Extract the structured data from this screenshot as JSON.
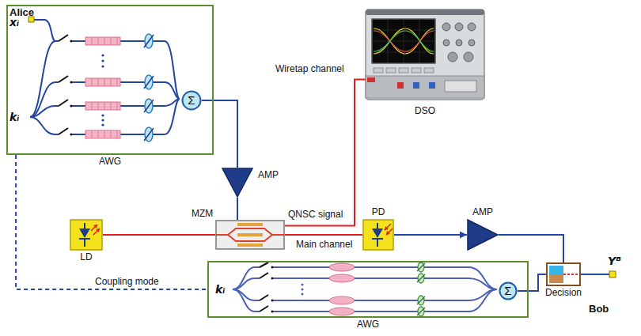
{
  "diagram": {
    "nodes": [
      {
        "text": [
          "Alice",
          "AWG"
        ]
      },
      {
        "text": [
          "Σ"
        ],
        "in": 0
      },
      {
        "text": [
          "AMP"
        ]
      },
      {
        "text": [
          "LD"
        ]
      },
      {
        "text": [
          "MZM"
        ]
      },
      {
        "text": [
          "DSO"
        ]
      },
      {
        "text": [
          "PD"
        ]
      },
      {
        "text": [
          "AMP"
        ]
      },
      {
        "text": [
          "AWG"
        ]
      },
      {
        "text": [
          "Σ"
        ],
        "in": 8
      },
      {
        "text": [
          "Decision"
        ]
      }
    ],
    "edges": [
      {
        "from": 1,
        "to": 2,
        "arrow": "none"
      },
      {
        "from": 2,
        "to": 4,
        "arrow": "none"
      },
      {
        "from": 3,
        "to": 4,
        "arrow": "none"
      },
      {
        "from": 4,
        "to": 5,
        "label": "Wiretap channel",
        "arrow": "none"
      },
      {
        "from": 4,
        "to": 6,
        "label": "Main channel",
        "arrow": "none"
      },
      {
        "from": 6,
        "to": 7,
        "arrow": "to"
      },
      {
        "from": 7,
        "to": 10,
        "arrow": "none"
      },
      {
        "from": 9,
        "to": 10,
        "arrow": "none"
      },
      {
        "from": 0,
        "to": 8,
        "label": "Coupling mode",
        "arrow": "none"
      }
    ],
    "labels": [
      "xᵢ",
      "kᵢ",
      "kᵢ",
      "QNSC signal",
      "Yᴮ",
      "Bob"
    ]
  }
}
